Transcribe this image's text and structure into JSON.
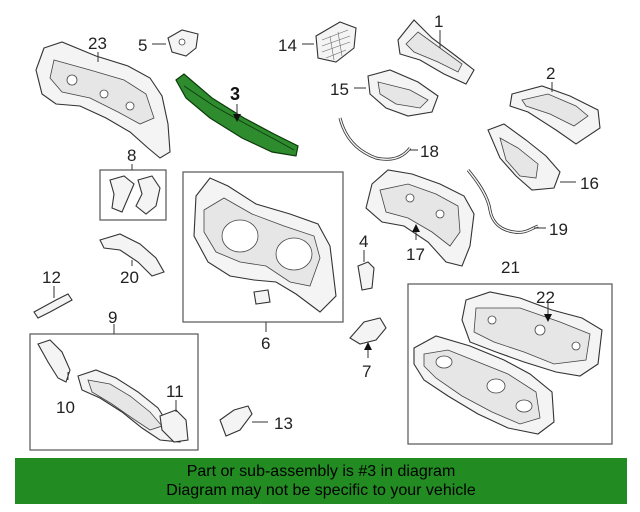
{
  "colors": {
    "highlight": "#2e8b2e",
    "footer_bg": "#228b22"
  },
  "callouts": [
    {
      "key": "c23",
      "text": "23"
    },
    {
      "key": "c5",
      "text": "5"
    },
    {
      "key": "c14",
      "text": "14"
    },
    {
      "key": "c1",
      "text": "1"
    },
    {
      "key": "c3",
      "text": "3"
    },
    {
      "key": "c15",
      "text": "15"
    },
    {
      "key": "c2",
      "text": "2"
    },
    {
      "key": "c8",
      "text": "8"
    },
    {
      "key": "c18",
      "text": "18"
    },
    {
      "key": "c16",
      "text": "16"
    },
    {
      "key": "c4",
      "text": "4"
    },
    {
      "key": "c17",
      "text": "17"
    },
    {
      "key": "c19",
      "text": "19"
    },
    {
      "key": "c20",
      "text": "20"
    },
    {
      "key": "c21",
      "text": "21"
    },
    {
      "key": "c12",
      "text": "12"
    },
    {
      "key": "c22",
      "text": "22"
    },
    {
      "key": "c6",
      "text": "6"
    },
    {
      "key": "c9",
      "text": "9"
    },
    {
      "key": "c7",
      "text": "7"
    },
    {
      "key": "c10",
      "text": "10"
    },
    {
      "key": "c11",
      "text": "11"
    },
    {
      "key": "c13",
      "text": "13"
    }
  ],
  "footer": {
    "line1": "Part or sub-assembly is #3 in diagram",
    "line2": "Diagram may not be specific to your vehicle"
  }
}
